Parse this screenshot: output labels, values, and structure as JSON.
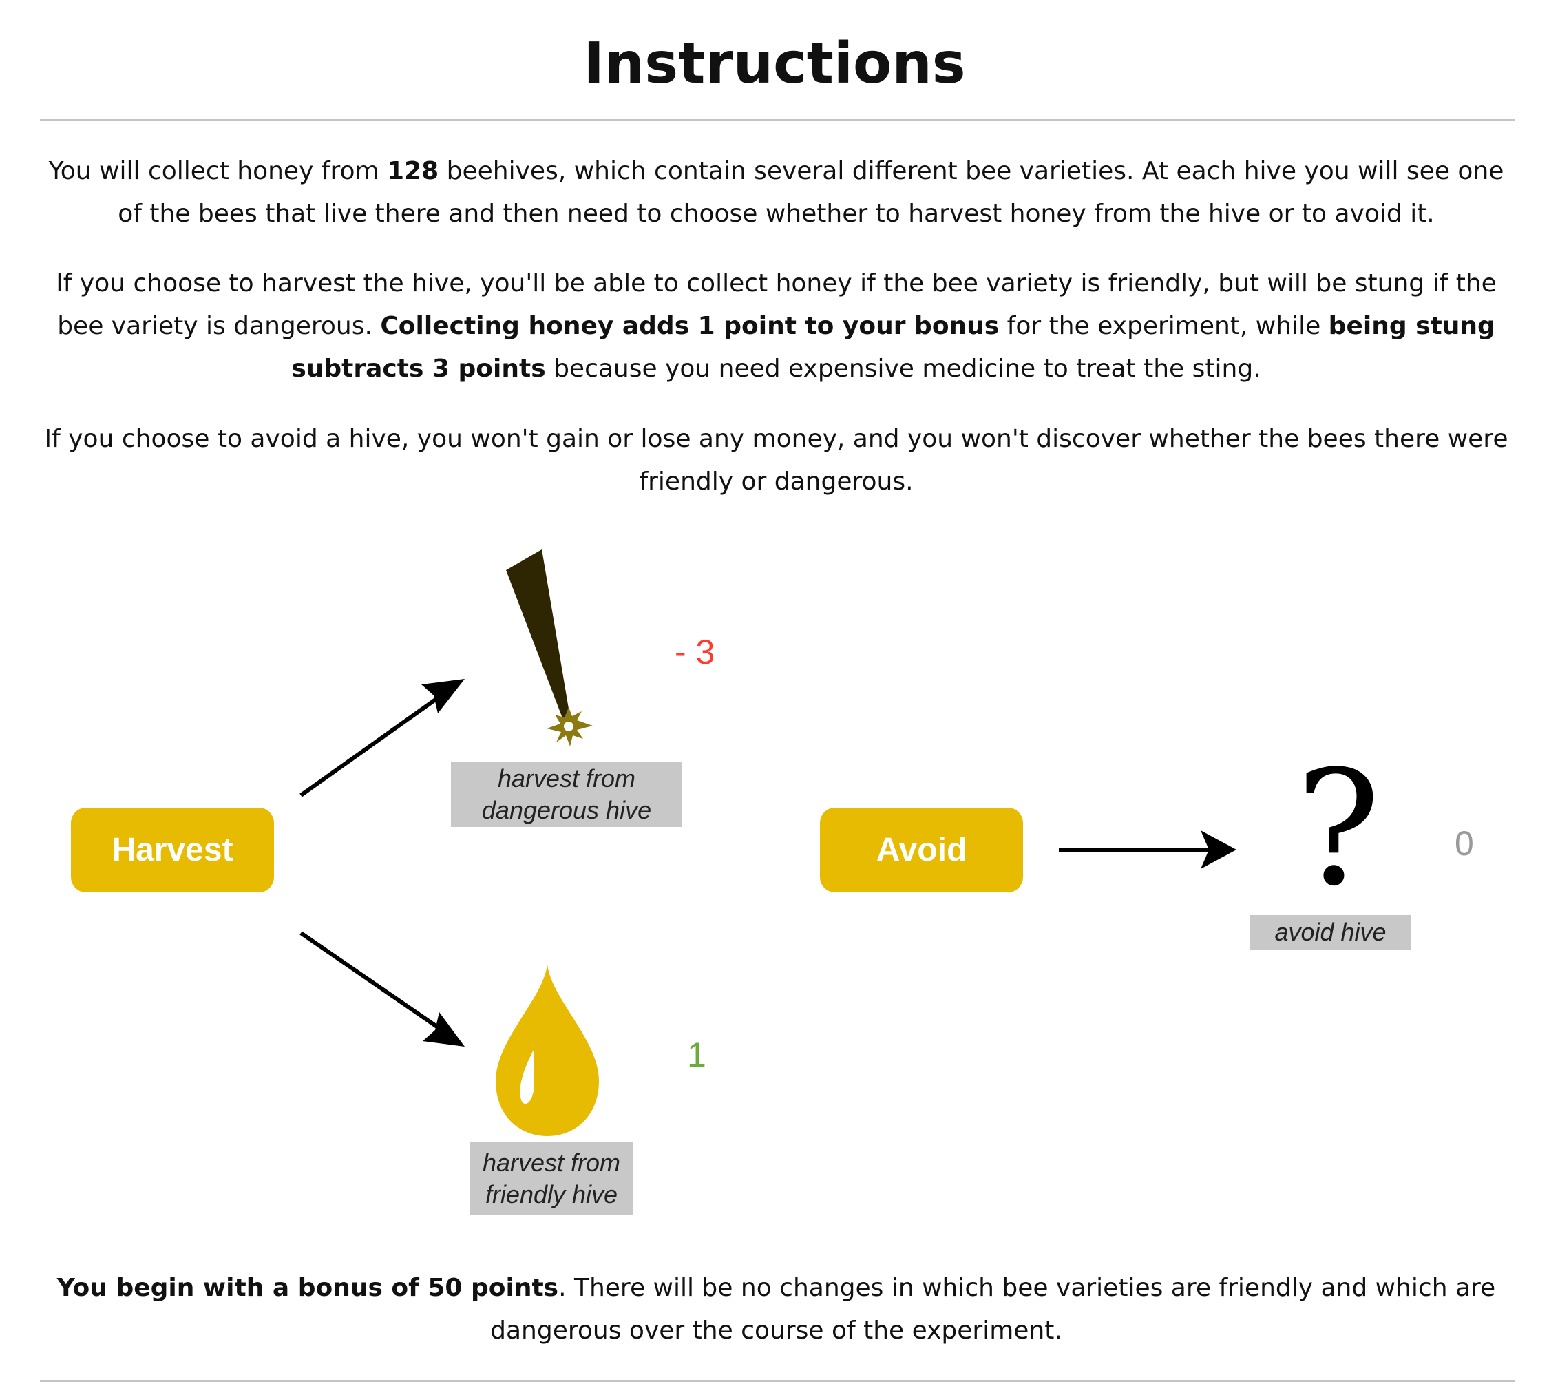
{
  "title": "Instructions",
  "paragraphs": {
    "p1": {
      "t1": "You will collect honey from ",
      "b1": "128",
      "t2": " beehives, which contain several different bee varieties. At each hive you will see one of the bees that live there and then need to choose whether to harvest honey from the hive or to avoid it."
    },
    "p2": {
      "t1": "If you choose to harvest the hive, you'll be able to collect honey if the bee variety is friendly, but will be stung if the bee variety is dangerous. ",
      "b1": "Collecting honey adds 1 point to your bonus",
      "t2": " for the experiment, while ",
      "b2": "being stung subtracts 3 points",
      "t3": " because you need expensive medicine to treat the sting."
    },
    "p3": {
      "t1": "If you choose to avoid a hive, you won't gain or lose any money, and you won't discover whether the bees there were friendly or dangerous."
    },
    "p4": {
      "b1": "You begin with a bonus of 50 points",
      "t1": ".  There will be no changes in which bee varieties are friendly and which are dangerous over the course of the experiment."
    }
  },
  "diagram": {
    "harvest_label": "Harvest",
    "avoid_label": "Avoid",
    "danger_caption": "harvest from dangerous hive",
    "friendly_caption": "harvest from friendly hive",
    "avoid_caption": "avoid hive",
    "danger_score": "- 3",
    "friendly_score": "1",
    "avoid_score": "0",
    "question_mark": "?",
    "colors": {
      "button": "#e6bb02",
      "honey": "#e6bb02",
      "stinger": "#2e2502",
      "negative": "#ff3b2f",
      "positive": "#6bab3a",
      "neutral": "#9a9a9a",
      "caption_bg": "#c8c8c8"
    },
    "icons": [
      "stinger-icon",
      "honey-drop-icon",
      "question-mark-icon",
      "arrow-icon"
    ]
  }
}
